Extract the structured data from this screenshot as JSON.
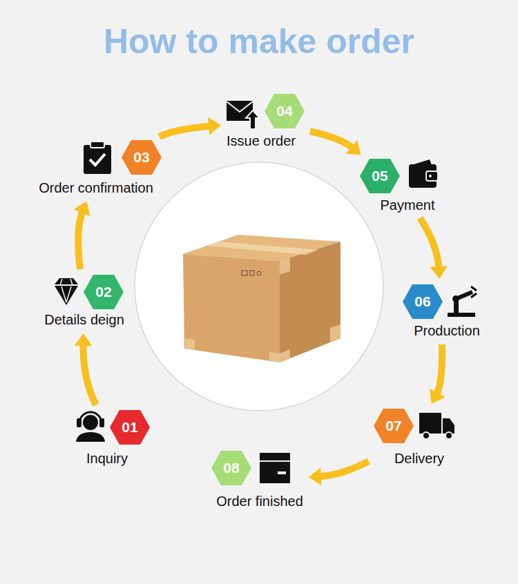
{
  "diagram": {
    "title": "How to make order",
    "nodes": [
      {
        "text": [
          "01",
          "Inquiry"
        ]
      },
      {
        "text": [
          "02",
          "Details deign"
        ]
      },
      {
        "text": [
          "03",
          "Order confirmation"
        ]
      },
      {
        "text": [
          "04",
          "Issue order"
        ]
      },
      {
        "text": [
          "05",
          "Payment"
        ]
      },
      {
        "text": [
          "06",
          "Production"
        ]
      },
      {
        "text": [
          "07",
          "Delivery"
        ]
      },
      {
        "text": [
          "08",
          "Order finished"
        ]
      }
    ],
    "edges": [
      {
        "from": 0,
        "to": 1,
        "arrow": "to"
      },
      {
        "from": 1,
        "to": 2,
        "arrow": "to"
      },
      {
        "from": 2,
        "to": 3,
        "arrow": "to"
      },
      {
        "from": 3,
        "to": 4,
        "arrow": "to"
      },
      {
        "from": 4,
        "to": 5,
        "arrow": "to"
      },
      {
        "from": 5,
        "to": 6,
        "arrow": "to"
      },
      {
        "from": 6,
        "to": 7,
        "arrow": "to"
      }
    ]
  }
}
